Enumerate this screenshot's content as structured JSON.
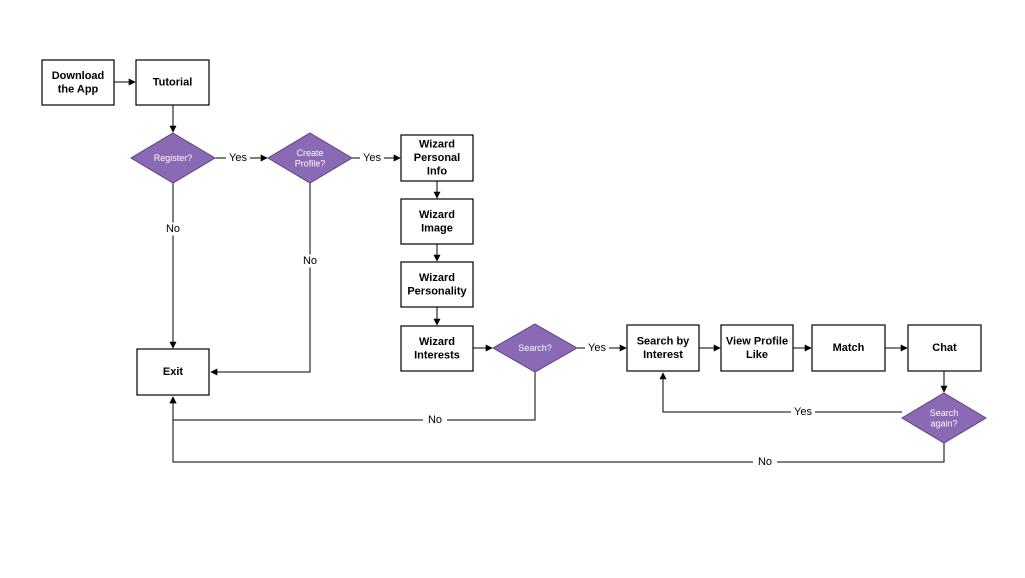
{
  "nodes": {
    "download": {
      "lines": [
        "Download",
        "the App"
      ]
    },
    "tutorial": {
      "lines": [
        "Tutorial"
      ]
    },
    "register": {
      "lines": [
        "Register?"
      ]
    },
    "create_profile": {
      "lines": [
        "Create",
        "Profile?"
      ]
    },
    "wizard_personal": {
      "lines": [
        "Wizard",
        "Personal",
        "Info"
      ]
    },
    "wizard_image": {
      "lines": [
        "Wizard",
        "Image"
      ]
    },
    "wizard_personality": {
      "lines": [
        "Wizard",
        "Personality"
      ]
    },
    "wizard_interests": {
      "lines": [
        "Wizard",
        "Interests"
      ]
    },
    "search_q": {
      "lines": [
        "Search?"
      ]
    },
    "search_by_interest": {
      "lines": [
        "Search by",
        "Interest"
      ]
    },
    "view_profile": {
      "lines": [
        "View Profile",
        "Like"
      ]
    },
    "match": {
      "lines": [
        "Match"
      ]
    },
    "chat": {
      "lines": [
        "Chat"
      ]
    },
    "search_again": {
      "lines": [
        "Search",
        "again?"
      ]
    },
    "exit": {
      "lines": [
        "Exit"
      ]
    }
  },
  "edges": [
    {
      "id": "download-tutorial",
      "label": ""
    },
    {
      "id": "tutorial-register",
      "label": ""
    },
    {
      "id": "register-yes",
      "label": "Yes"
    },
    {
      "id": "register-no",
      "label": "No"
    },
    {
      "id": "create-yes",
      "label": "Yes"
    },
    {
      "id": "create-no",
      "label": "No"
    },
    {
      "id": "personal-image",
      "label": ""
    },
    {
      "id": "image-personality",
      "label": ""
    },
    {
      "id": "personality-interests",
      "label": ""
    },
    {
      "id": "interests-search",
      "label": ""
    },
    {
      "id": "search-yes",
      "label": "Yes"
    },
    {
      "id": "search-no",
      "label": "No"
    },
    {
      "id": "sbi-view",
      "label": ""
    },
    {
      "id": "view-match",
      "label": ""
    },
    {
      "id": "match-chat",
      "label": ""
    },
    {
      "id": "chat-again",
      "label": ""
    },
    {
      "id": "again-yes",
      "label": "Yes"
    },
    {
      "id": "again-no",
      "label": "No"
    }
  ]
}
